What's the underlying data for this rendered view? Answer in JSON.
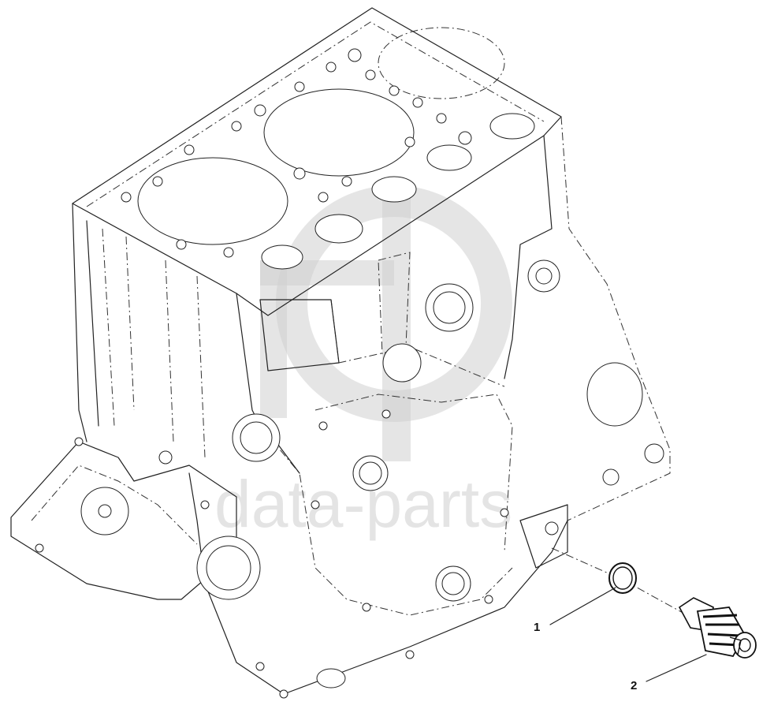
{
  "watermark": {
    "text": "data-parts",
    "color": "#cfcfcf"
  },
  "callouts": [
    {
      "id": "1",
      "label": "1",
      "part": "sealing-ring"
    },
    {
      "id": "2",
      "label": "2",
      "part": "temperature-sender"
    }
  ],
  "colors": {
    "line": "#222222",
    "background": "#ffffff"
  }
}
